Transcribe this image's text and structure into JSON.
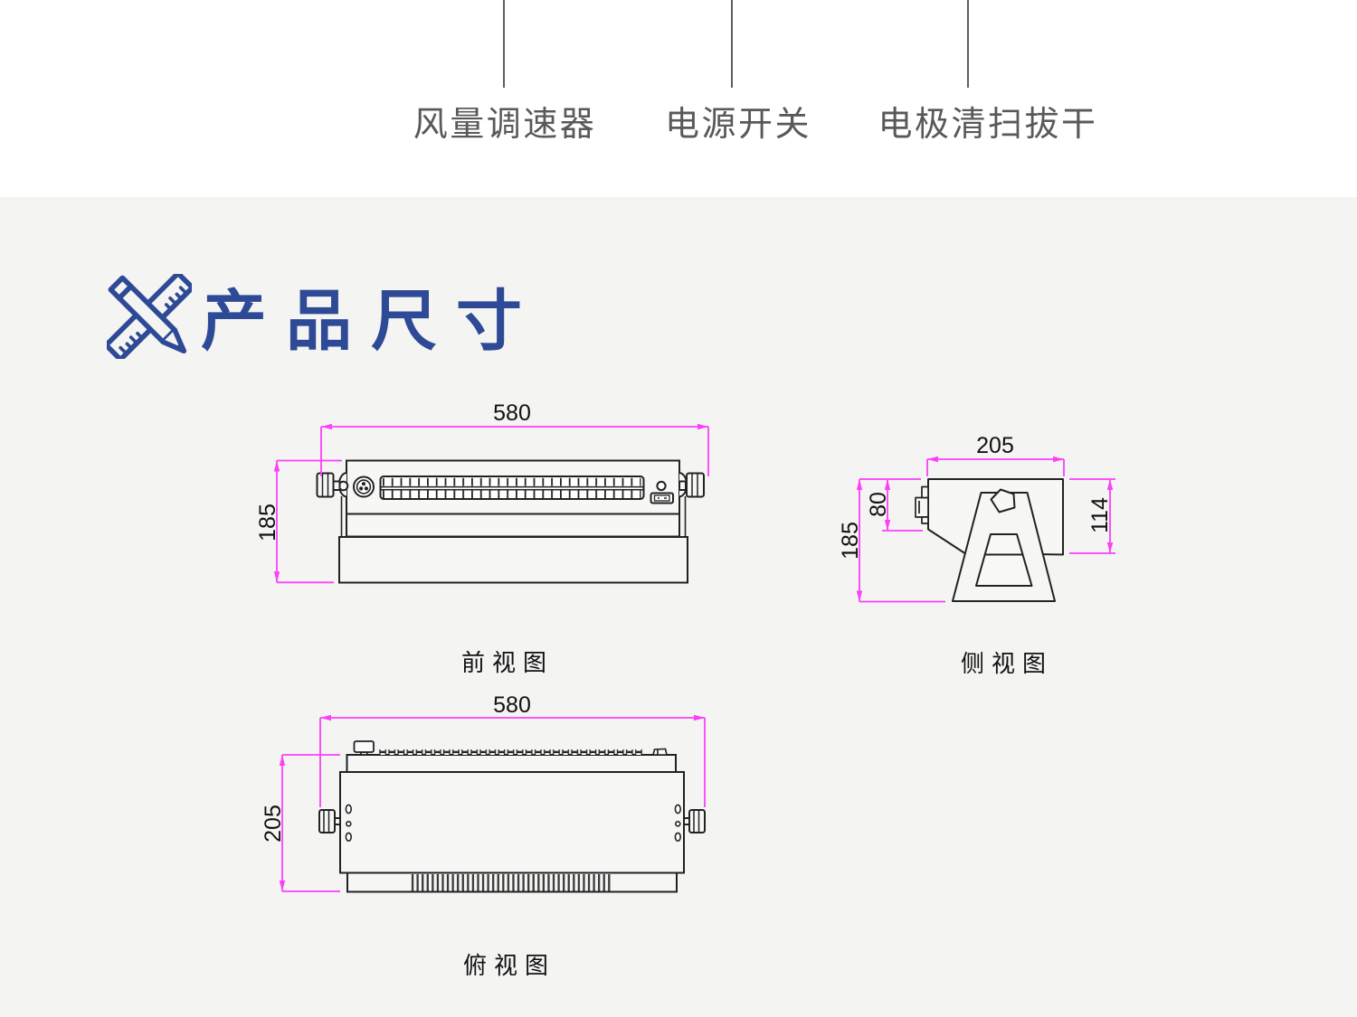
{
  "callouts": {
    "items": [
      {
        "label": "风量调速器"
      },
      {
        "label": "电源开关"
      },
      {
        "label": "电极清扫拔干"
      }
    ]
  },
  "section": {
    "title": "产品尺寸"
  },
  "views": {
    "front": {
      "label": "前视图",
      "dims": {
        "width": "580",
        "height": "185"
      }
    },
    "side": {
      "label": "侧视图",
      "dims": {
        "width": "205",
        "total_height": "185",
        "body_offset": "80",
        "body_height": "114"
      }
    },
    "top": {
      "label": "俯视图",
      "dims": {
        "width": "580",
        "depth": "205"
      }
    }
  },
  "colors": {
    "accent_blue": "#2e4a97",
    "dimension_magenta": "#fb40f8",
    "drawing_line": "#222222",
    "section_background": "#f4f4f3",
    "callout_text": "#595959"
  },
  "icons": [
    {
      "name": "ruler-pencil-icon"
    }
  ]
}
